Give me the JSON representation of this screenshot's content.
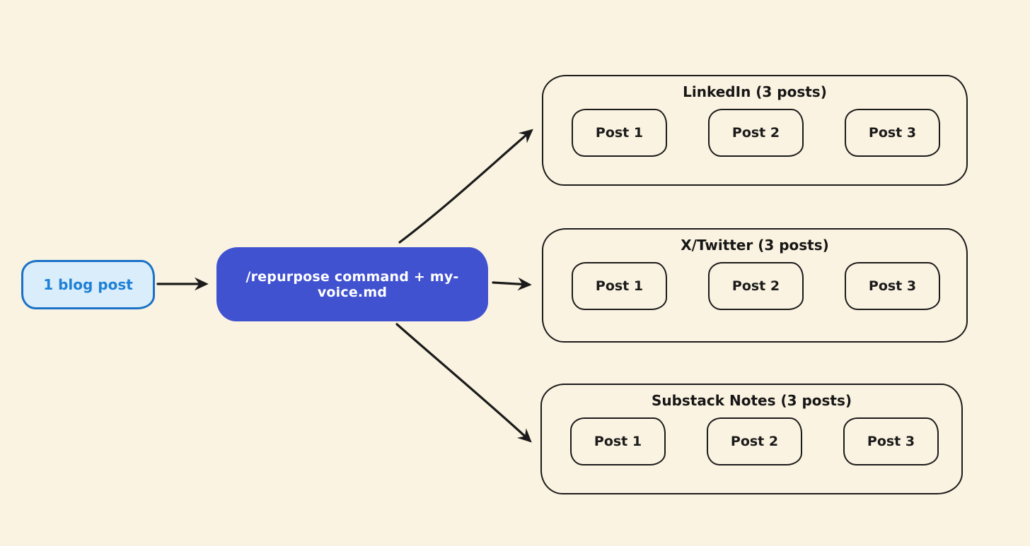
{
  "diagram": {
    "background_color": "#FBF3E1",
    "stroke_color": "#1B1B1B",
    "nodes": {
      "blog_post": {
        "label": "1 blog post",
        "fill_color": "#D9EDFB",
        "border_color": "#1A72C8",
        "text_color": "#1E80D6"
      },
      "command": {
        "label": "/repurpose command + my-voice.md",
        "fill_color": "#4152D1",
        "text_color": "#FFFFFF"
      }
    },
    "groups": [
      {
        "title": "LinkedIn (3 posts)",
        "posts": [
          "Post 1",
          "Post 2",
          "Post 3"
        ]
      },
      {
        "title": "X/Twitter (3 posts)",
        "posts": [
          "Post 1",
          "Post 2",
          "Post 3"
        ]
      },
      {
        "title": "Substack Notes (3 posts)",
        "posts": [
          "Post 1",
          "Post 2",
          "Post 3"
        ]
      }
    ],
    "edges": [
      {
        "from": "1 blog post",
        "to": "/repurpose command + my-voice.md"
      },
      {
        "from": "/repurpose command + my-voice.md",
        "to": "LinkedIn (3 posts)"
      },
      {
        "from": "/repurpose command + my-voice.md",
        "to": "X/Twitter (3 posts)"
      },
      {
        "from": "/repurpose command + my-voice.md",
        "to": "Substack Notes (3 posts)"
      }
    ]
  }
}
